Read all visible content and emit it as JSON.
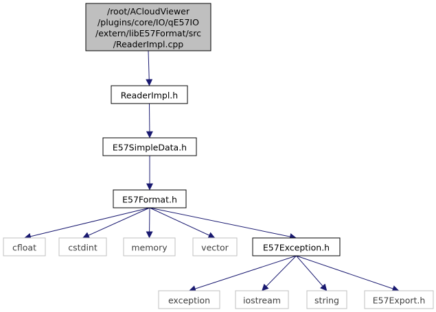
{
  "diagram": {
    "nodes": [
      {
        "id": "readerimpl_cpp",
        "lines": [
          "/root/ACloudViewer",
          "/plugins/core/IO/qE57IO",
          "/extern/libE57Format/src",
          "/ReaderImpl.cpp"
        ],
        "style": "root"
      },
      {
        "id": "readerimpl_h",
        "lines": [
          "ReaderImpl.h"
        ],
        "style": "normal"
      },
      {
        "id": "e57simpledata_h",
        "lines": [
          "E57SimpleData.h"
        ],
        "style": "normal"
      },
      {
        "id": "e57format_h",
        "lines": [
          "E57Format.h"
        ],
        "style": "normal"
      },
      {
        "id": "cfloat",
        "lines": [
          "cfloat"
        ],
        "style": "external"
      },
      {
        "id": "cstdint",
        "lines": [
          "cstdint"
        ],
        "style": "external"
      },
      {
        "id": "memory",
        "lines": [
          "memory"
        ],
        "style": "external"
      },
      {
        "id": "vector",
        "lines": [
          "vector"
        ],
        "style": "external"
      },
      {
        "id": "e57exception_h",
        "lines": [
          "E57Exception.h"
        ],
        "style": "normal"
      },
      {
        "id": "exception",
        "lines": [
          "exception"
        ],
        "style": "external"
      },
      {
        "id": "iostream",
        "lines": [
          "iostream"
        ],
        "style": "external"
      },
      {
        "id": "string",
        "lines": [
          "string"
        ],
        "style": "external"
      },
      {
        "id": "e57export_h",
        "lines": [
          "E57Export.h"
        ],
        "style": "external"
      }
    ],
    "edges": [
      [
        "readerimpl_cpp",
        "readerimpl_h"
      ],
      [
        "readerimpl_h",
        "e57simpledata_h"
      ],
      [
        "e57simpledata_h",
        "e57format_h"
      ],
      [
        "e57format_h",
        "cfloat"
      ],
      [
        "e57format_h",
        "cstdint"
      ],
      [
        "e57format_h",
        "memory"
      ],
      [
        "e57format_h",
        "vector"
      ],
      [
        "e57format_h",
        "e57exception_h"
      ],
      [
        "e57exception_h",
        "exception"
      ],
      [
        "e57exception_h",
        "iostream"
      ],
      [
        "e57exception_h",
        "string"
      ],
      [
        "e57exception_h",
        "e57export_h"
      ]
    ],
    "colors": {
      "root_fill": "#bfbfbf",
      "node_border": "#000000",
      "external_border": "#bfbfbf",
      "external_text": "#404040",
      "text": "#000000",
      "edge": "#191970",
      "background": "#ffffff"
    }
  }
}
